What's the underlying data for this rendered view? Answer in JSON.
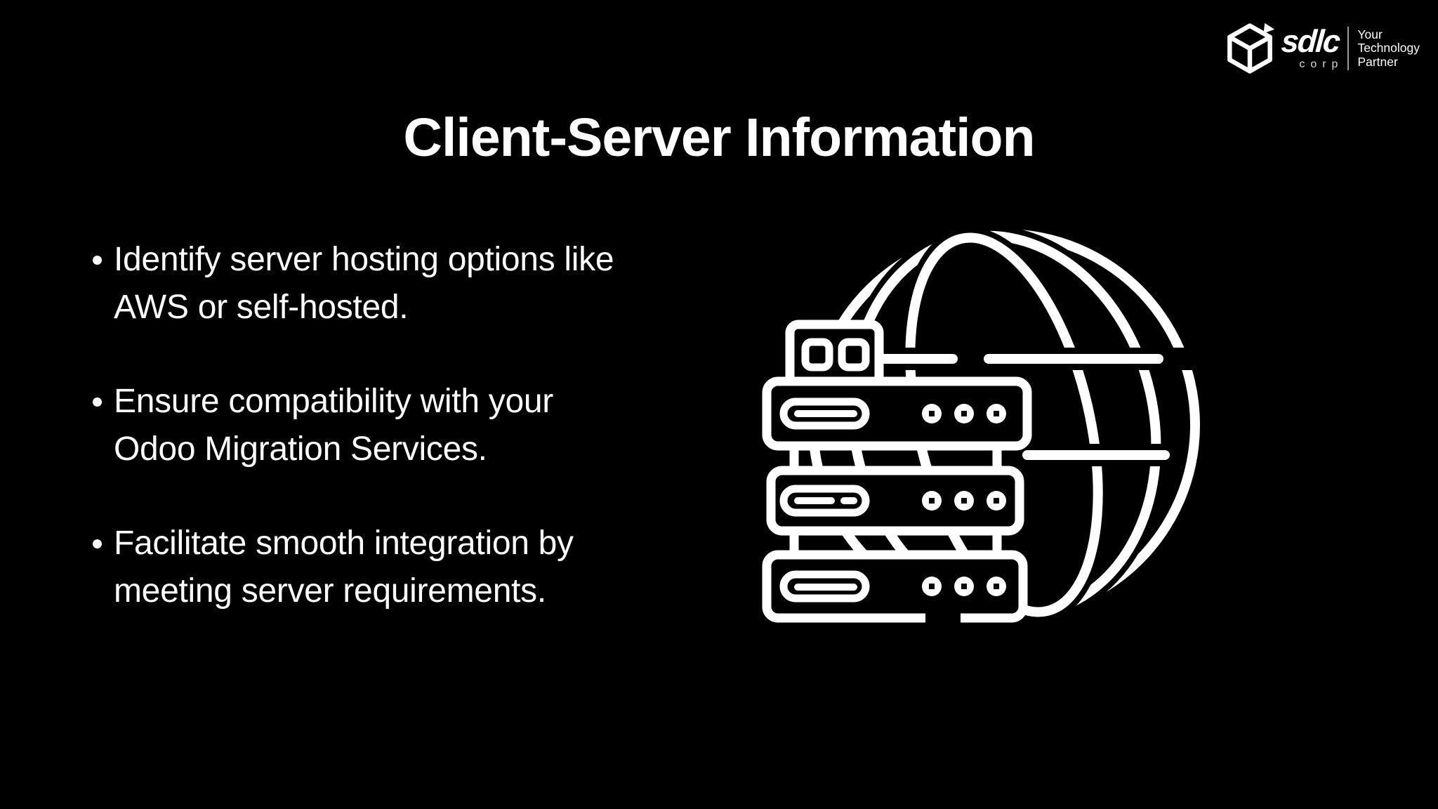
{
  "page": {
    "background_color": "#000000",
    "text_color": "#ffffff"
  },
  "header": {
    "title": "Client-Server Information"
  },
  "logo": {
    "brand": "sdlc",
    "brand_sub": "corp",
    "tagline": [
      "Your",
      "Technology",
      "Partner"
    ],
    "cube_icon": "cube-3d-outline",
    "brand_sub_color": "#d9d9d9",
    "divider_color": "#9a9a9a"
  },
  "bullets": [
    {
      "line1": "Identify server hosting options like",
      "line2": "AWS or self-hosted."
    },
    {
      "line1": "Ensure compatibility with your",
      "line2": "Odoo Migration Services."
    },
    {
      "line1": "Facilitate smooth integration by",
      "line2": "meeting server requirements."
    }
  ],
  "illustration": {
    "name": "server-rack-with-globe",
    "stroke_color": "#ffffff",
    "fill_color": "#000000"
  }
}
